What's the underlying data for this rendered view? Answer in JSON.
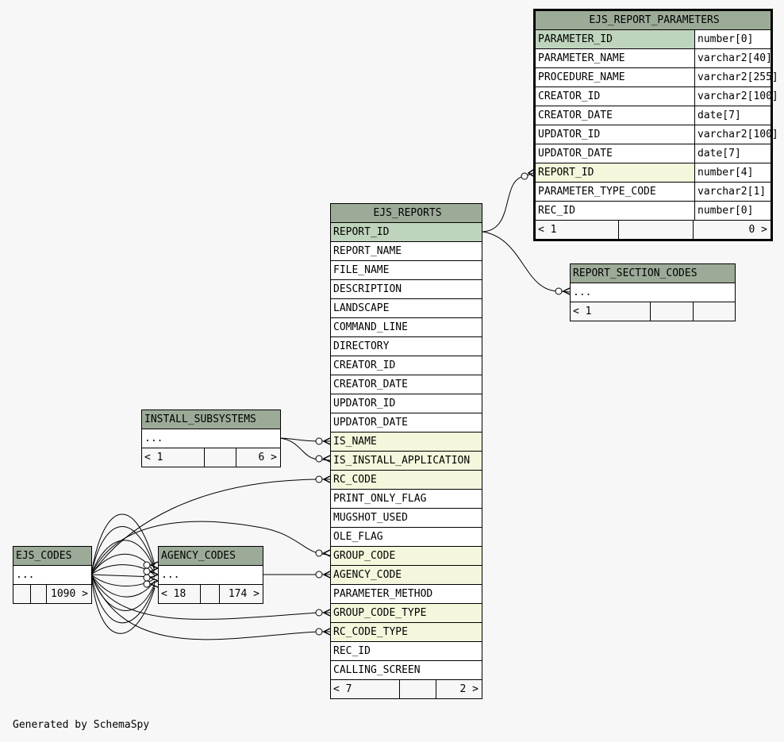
{
  "tables": {
    "ejs_report_parameters": {
      "name": "EJS_REPORT_PARAMETERS",
      "columns": [
        {
          "name": "PARAMETER_ID",
          "type": "number[0]"
        },
        {
          "name": "PARAMETER_NAME",
          "type": "varchar2[40]"
        },
        {
          "name": "PROCEDURE_NAME",
          "type": "varchar2[255]"
        },
        {
          "name": "CREATOR_ID",
          "type": "varchar2[100]"
        },
        {
          "name": "CREATOR_DATE",
          "type": "date[7]"
        },
        {
          "name": "UPDATOR_ID",
          "type": "varchar2[100]"
        },
        {
          "name": "UPDATOR_DATE",
          "type": "date[7]"
        },
        {
          "name": "REPORT_ID",
          "type": "number[4]"
        },
        {
          "name": "PARAMETER_TYPE_CODE",
          "type": "varchar2[1]"
        },
        {
          "name": "REC_ID",
          "type": "number[0]"
        }
      ],
      "footer": {
        "left": "< 1",
        "mid": "",
        "right": "0 >"
      }
    },
    "ejs_reports": {
      "name": "EJS_REPORTS",
      "columns": [
        "REPORT_ID",
        "REPORT_NAME",
        "FILE_NAME",
        "DESCRIPTION",
        "LANDSCAPE",
        "COMMAND_LINE",
        "DIRECTORY",
        "CREATOR_ID",
        "CREATOR_DATE",
        "UPDATOR_ID",
        "UPDATOR_DATE",
        "IS_NAME",
        "IS_INSTALL_APPLICATION",
        "RC_CODE",
        "PRINT_ONLY_FLAG",
        "MUGSHOT_USED",
        "OLE_FLAG",
        "GROUP_CODE",
        "AGENCY_CODE",
        "PARAMETER_METHOD",
        "GROUP_CODE_TYPE",
        "RC_CODE_TYPE",
        "REC_ID",
        "CALLING_SCREEN"
      ],
      "footer": {
        "left": "< 7",
        "mid": "",
        "right": "2 >"
      }
    },
    "report_section_codes": {
      "name": "REPORT_SECTION_CODES",
      "body": "...",
      "footer": {
        "left": "< 1",
        "mid": "",
        "right": ""
      }
    },
    "install_subsystems": {
      "name": "INSTALL_SUBSYSTEMS",
      "body": "...",
      "footer": {
        "left": "< 1",
        "mid": "",
        "right": "6 >"
      }
    },
    "ejs_codes": {
      "name": "EJS_CODES",
      "body": "...",
      "footer": {
        "left": "",
        "mid": "",
        "right": "1090 >"
      }
    },
    "agency_codes": {
      "name": "AGENCY_CODES",
      "body": "...",
      "footer": {
        "left": "< 18",
        "mid": "",
        "right": "174 >"
      }
    }
  },
  "caption": "Generated by SchemaSpy"
}
